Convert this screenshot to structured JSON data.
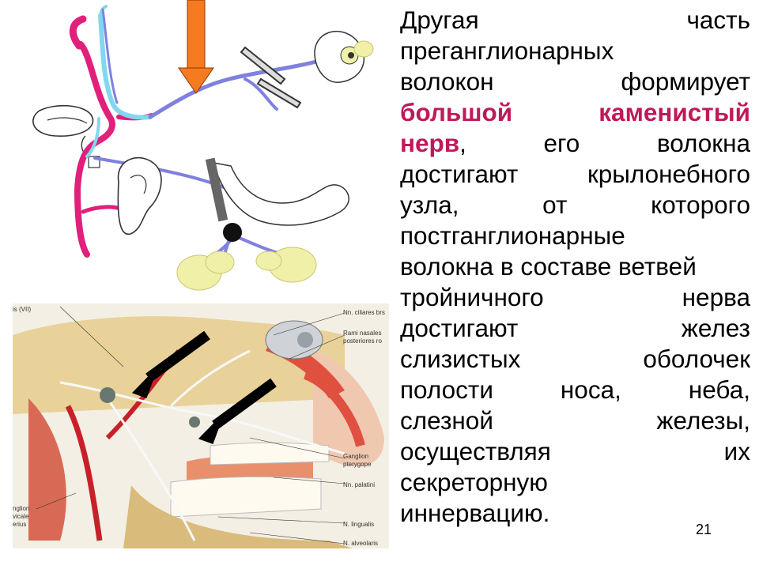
{
  "slide": {
    "text_lines": [
      [
        "Другая",
        "часть"
      ],
      [
        "преганглионарных"
      ],
      [
        "волокон",
        "формирует"
      ],
      [
        "большой",
        "каменистый"
      ],
      [
        "нерв,",
        "его",
        "волокна"
      ],
      [
        "достигают",
        "крылонебного"
      ],
      [
        "узла,",
        "от",
        "которого"
      ],
      [
        "постганглионарные"
      ],
      [
        "волокна в составе ветвей"
      ],
      [
        "тройничного",
        "нерва"
      ],
      [
        "достигают",
        "желез"
      ],
      [
        "слизистых",
        "оболочек"
      ],
      [
        "полости",
        "носа,",
        "неба,"
      ],
      [
        "слезной",
        "железы,"
      ],
      [
        "осуществляя",
        "их"
      ],
      [
        "секреторную"
      ],
      [
        "иннервацию."
      ]
    ],
    "highlight_words": [
      "большой",
      "каменистый",
      "нерв"
    ],
    "highlight_color": "#c0195a",
    "page_number": "21"
  },
  "anatomy_labels": {
    "top_left": "is (VII)",
    "ciliares": "Nn. ciliares brs",
    "nasales_1": "Rami nasales",
    "nasales_2": "posteriores ro",
    "ganglion_1": "Ganglion",
    "ganglion_2": "pterygope",
    "palatini": "Nn. palatini",
    "lingualis": "N. lingualis",
    "alveolaris": "N. alveolaris",
    "bottom_left_1": "nglion",
    "bottom_left_2": "vicale",
    "bottom_left_3": "erius"
  },
  "colors": {
    "pink_nerve": "#e0207a",
    "lightblue_nerve": "#80d8f0",
    "blue_nerve": "#8080e0",
    "gland_yellow": "#f0f0a8",
    "orange_arrow": "#f57a20",
    "black_arrow": "#000000"
  }
}
